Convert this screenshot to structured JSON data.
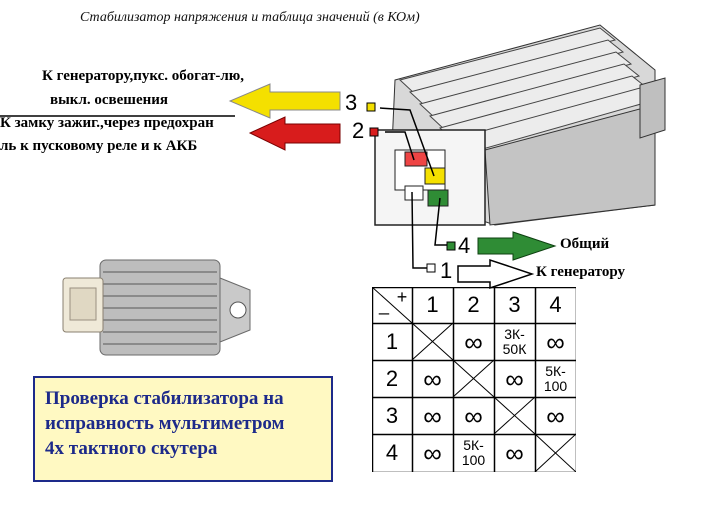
{
  "title": "Стабилизатор напряжения и таблица значений (в КОм)",
  "labels": {
    "pin3_line1": "К генератору,пукс. обогат-лю,",
    "pin3_line2": "выкл. освешения",
    "pin2_line1": "К замку зажиг.,через предохран",
    "pin2_line2": "ль к пусковому реле и к АКБ",
    "pin4": "Общий",
    "pin1": "К генератору"
  },
  "pins": [
    "1",
    "2",
    "3",
    "4"
  ],
  "colors": {
    "pin3": "#f4e000",
    "pin2": "#d81c1c",
    "pin4": "#2f8c35",
    "pin1": "#ffffff",
    "caption_bg": "#fff9c2",
    "caption_text": "#1d2a8a"
  },
  "caption": {
    "line1": "Проверка стабилизатора на",
    "line2": "исправность мультиметром",
    "line3": "4х тактного скутера"
  },
  "table": {
    "corner_plus": "+",
    "corner_minus": "_",
    "headers": [
      "1",
      "2",
      "3",
      "4"
    ],
    "rows": [
      {
        "label": "1",
        "cells": [
          {
            "type": "x"
          },
          {
            "type": "text",
            "value": "∞"
          },
          {
            "type": "range",
            "lines": [
              "3К-",
              "50К"
            ]
          },
          {
            "type": "text",
            "value": "∞"
          }
        ]
      },
      {
        "label": "2",
        "cells": [
          {
            "type": "text",
            "value": "∞"
          },
          {
            "type": "x"
          },
          {
            "type": "text",
            "value": "∞"
          },
          {
            "type": "range",
            "lines": [
              "5К-",
              "100"
            ]
          }
        ]
      },
      {
        "label": "3",
        "cells": [
          {
            "type": "text",
            "value": "∞"
          },
          {
            "type": "text",
            "value": "∞"
          },
          {
            "type": "x"
          },
          {
            "type": "text",
            "value": "∞"
          }
        ]
      },
      {
        "label": "4",
        "cells": [
          {
            "type": "text",
            "value": "∞"
          },
          {
            "type": "range",
            "lines": [
              "5К-",
              "100"
            ]
          },
          {
            "type": "text",
            "value": "∞"
          },
          {
            "type": "x"
          }
        ]
      }
    ]
  }
}
